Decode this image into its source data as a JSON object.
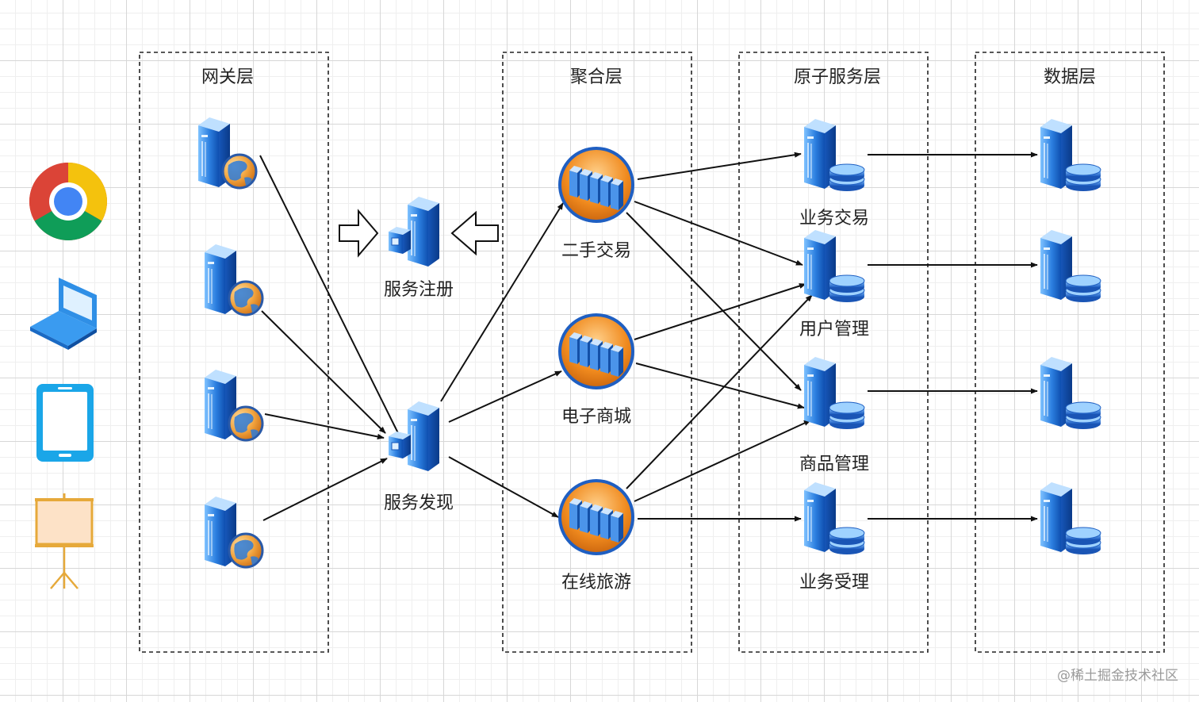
{
  "layers": {
    "gateway": "网关层",
    "aggregation": "聚合层",
    "atomic": "原子服务层",
    "data": "数据层"
  },
  "registry": {
    "register_label": "服务注册",
    "discovery_label": "服务发现"
  },
  "aggregation_services": [
    "二手交易",
    "电子商城",
    "在线旅游"
  ],
  "atomic_services": [
    "业务交易",
    "用户管理",
    "商品管理",
    "业务受理"
  ],
  "clients": {
    "icons": [
      "chrome-browser-icon",
      "laptop-icon",
      "tablet-icon",
      "presentation-board-icon"
    ]
  },
  "watermark": "@稀土掘金技术社区",
  "colors": {
    "server_blue": "#1f6fd6",
    "globe_orange": "#e8902a",
    "cluster_orange": "#f08a1e",
    "tablet_blue": "#1aa6e8",
    "board_fill": "#fde2c7",
    "board_frame": "#e6a93a"
  }
}
